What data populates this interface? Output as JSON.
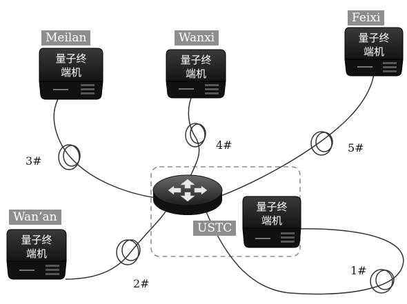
{
  "terminal_label": "量子终端机",
  "terminal_label_line1": "量子终",
  "terminal_label_line2": "端机",
  "sites": {
    "meilan": "Meilan",
    "wanxi": "Wanxi",
    "feixi": "Feixi",
    "wanan": "Wan’an",
    "ustc": "USTC"
  },
  "fibers": {
    "f1": "1#",
    "f2": "2#",
    "f3": "3#",
    "f4": "4#",
    "f5": "5#"
  },
  "colors": {
    "label_bg": "#8e8e8e",
    "device_top": "#2a2a2a",
    "device_front": "#111111",
    "fiber": "#333333",
    "boundary": "#777777"
  },
  "icons": {
    "hub": "optical-switch-router-icon",
    "terminal": "quantum-terminal-device-icon"
  }
}
